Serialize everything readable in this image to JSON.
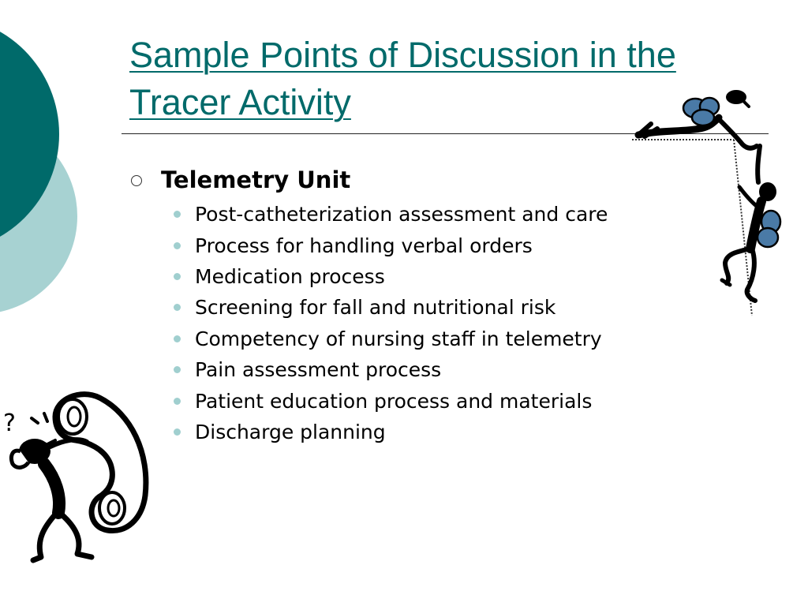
{
  "slide": {
    "title": "Sample Points of Discussion in the Tracer Activity",
    "section": {
      "heading": "Telemetry Unit",
      "items": [
        "Post-catheterization assessment and care",
        "Process for handling verbal orders",
        "Medication process",
        "Screening for fall and nutritional risk",
        "Competency of nursing staff in telemetry",
        "Pain assessment process",
        "Patient education process and materials",
        "Discharge planning"
      ]
    },
    "clipart": {
      "thinker_question_mark": "?"
    }
  },
  "colors": {
    "title": "#006a6a",
    "circle_dark": "#006a6a",
    "circle_light": "#a7d2d2",
    "bullet": "#a0cfcf",
    "backpack": "#4a7aa6"
  },
  "icons": {
    "level1_bullet": "hollow-circle",
    "level2_bullet": "filled-dot"
  }
}
